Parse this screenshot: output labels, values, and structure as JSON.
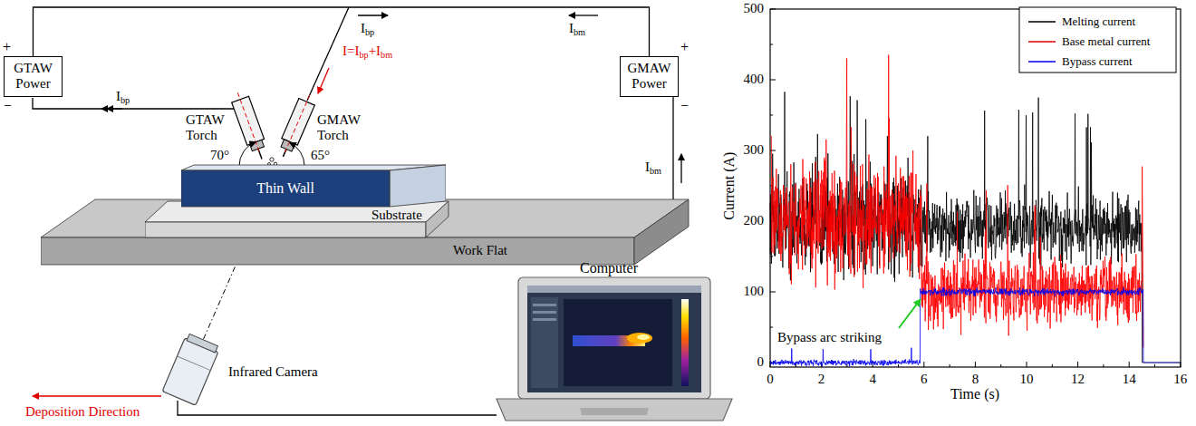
{
  "diagram": {
    "nodes": [
      {
        "text": [
          "GTAW Power"
        ]
      },
      {
        "text": [
          "GMAW Power"
        ]
      },
      {
        "text": [
          "Thin Wall"
        ]
      },
      {
        "text": [
          "Substrate"
        ]
      },
      {
        "text": [
          "Work Flat"
        ]
      }
    ],
    "edges": [
      {
        "from": 0,
        "to": 1,
        "arrow": "none"
      },
      {
        "from": 4,
        "to": 1,
        "arrow": "none"
      }
    ],
    "labels": [
      "+",
      "−",
      "+",
      "−",
      "I",
      "bp",
      "I",
      "bm",
      "I",
      "bp",
      "I",
      "bm",
      "I=I",
      "bp",
      "+I",
      "bm",
      "GTAW Torch",
      "GMAW Torch",
      "70°",
      "65°",
      "Deposition Direction",
      "Infrared Camera",
      "Computer",
      "0",
      "100",
      "200",
      "300",
      "400",
      "500",
      "0",
      "2",
      "4",
      "6",
      "8",
      "10",
      "12",
      "14",
      "16",
      "Current (A)",
      "Time (s)",
      "Bypass arc striking"
    ],
    "legend": [
      {
        "text": "Melting current"
      },
      {
        "text": "Base metal current"
      },
      {
        "text": "Bypass current"
      }
    ]
  }
}
